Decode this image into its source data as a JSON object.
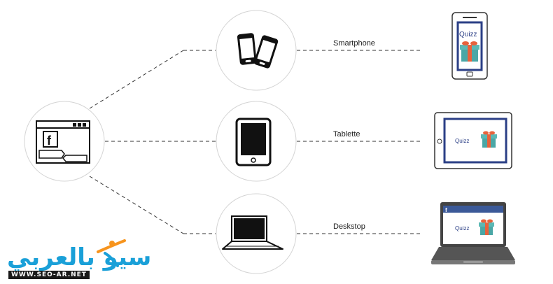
{
  "labels": {
    "smartphone": "Smartphone",
    "tablet": "Tablette",
    "desktop": "Deskstop"
  },
  "screens": {
    "quiz_label": "Quizz"
  },
  "icons": {
    "app": "facebook-app-window-icon",
    "smartphone": "smartphones-icon",
    "tablet": "tablet-icon",
    "desktop": "laptop-icon",
    "gift": "gift-icon"
  },
  "logo": {
    "text": "سيو بالعربي",
    "url": "WWW.SEO-AR.NET"
  },
  "colors": {
    "frame_blue": "#2b3f86",
    "facebook_blue": "#3b5998",
    "gift_teal": "#4aa7a6",
    "gift_ribbon": "#e8623c",
    "logo_blue": "#1aa0d8",
    "logo_orange": "#f7941d"
  }
}
